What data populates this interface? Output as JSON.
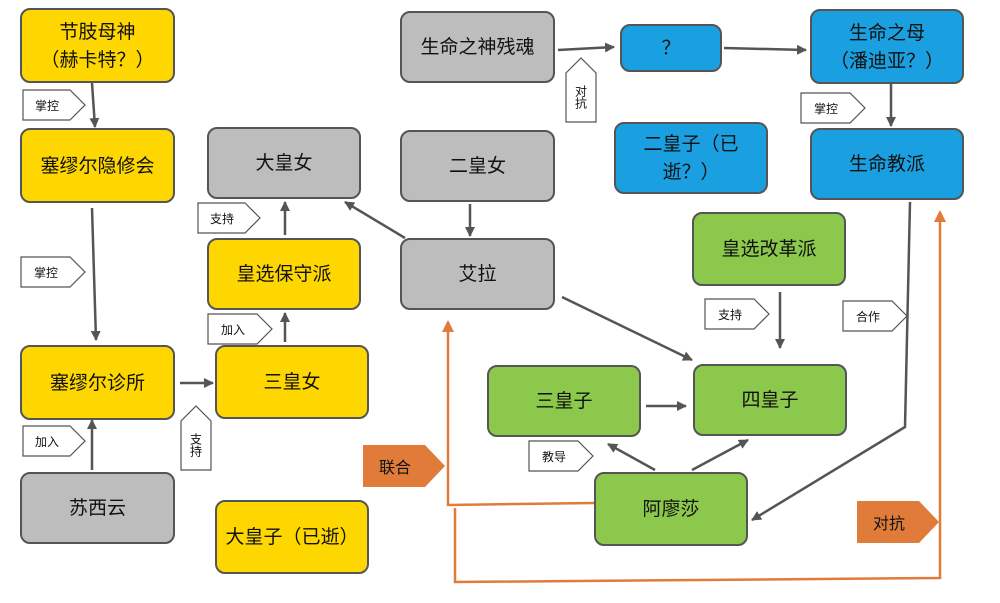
{
  "colors": {
    "yellow": "#ffd700",
    "gray": "#bdbdbd",
    "blue": "#1aa0e0",
    "green": "#8cc84b",
    "arrow": "#555555",
    "orange": "#e07b39"
  },
  "nodes": {
    "jiezhi_mushen": "节肢母神\n（赫卡特？）",
    "saimiuer_yinxiuhui": "塞缪尔隐修会",
    "saimiuer_zhensuo": "塞缪尔诊所",
    "suxiyun": "苏西云",
    "da_huangnv": "大皇女",
    "huangxuan_baoshoupai": "皇选保守派",
    "san_huangnv": "三皇女",
    "da_huangzi": "大皇子（已逝）",
    "shengming_zhishen_canhun": "生命之神残魂",
    "unknown": "？",
    "shengming_zhimu": "生命之母\n（潘迪亚？）",
    "er_huangzi": "二皇子（已\n逝？）",
    "shengming_jiaopai": "生命教派",
    "er_huangnv": "二皇女",
    "aila": "艾拉",
    "huangxuan_gaigepai": "皇选改革派",
    "san_huangzi": "三皇子",
    "si_huangzi": "四皇子",
    "amiaosha": "阿廖莎"
  },
  "labels": {
    "zhangkong_1": "掌控",
    "zhangkong_2": "掌控",
    "jiaru_1": "加入",
    "zhichi_1": "支持",
    "jiaru_2": "加入",
    "zhichi_2": "支持",
    "duikang_1": "对抗",
    "zhangkong_3": "掌控",
    "zhichi_3": "支持",
    "hezuo": "合作",
    "jiaodao": "教导",
    "lianhe": "联合",
    "duikang_2": "对抗"
  }
}
